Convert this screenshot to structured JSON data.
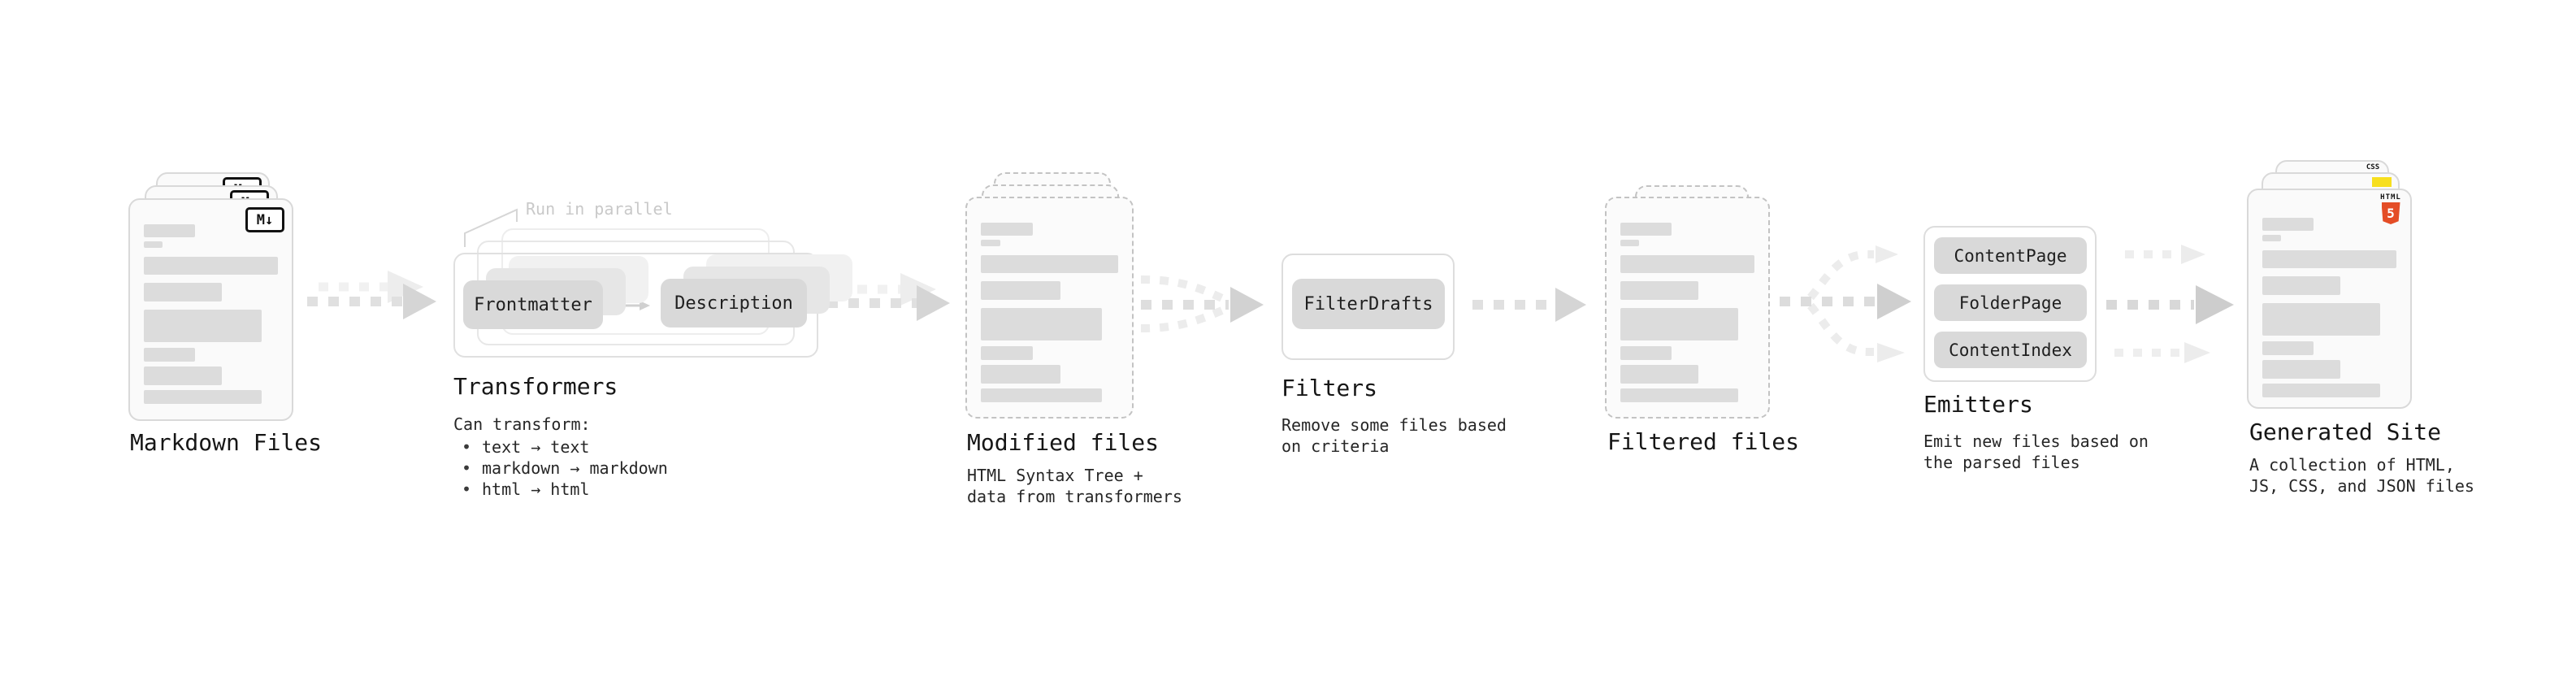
{
  "colors": {
    "html5_orange": "#e44d26",
    "js_yellow": "#f7df1e",
    "css_blue": "#2d60e5",
    "card_border": "#d9d9d9",
    "dashed_border": "#c3c3c3",
    "placeholder_bar": "#dcdcdc",
    "chip_bg": "#d9d9d9",
    "text": "#1f1f1f",
    "annotation": "#c9c9c9"
  },
  "stages": {
    "markdown": {
      "label": "Markdown Files",
      "badge_label": "M↓"
    },
    "transformers": {
      "label": "Transformers",
      "annotation": "Run in parallel",
      "chip_left": "Frontmatter",
      "chip_right": "Description",
      "description": "Can transform:",
      "bullet_char": "•",
      "bullets": [
        "text → text",
        "markdown → markdown",
        "html → html"
      ]
    },
    "modified": {
      "label": "Modified files",
      "description": "HTML Syntax Tree +\ndata from transformers"
    },
    "filters": {
      "label": "Filters",
      "chip": "FilterDrafts",
      "description": "Remove some files based\non criteria"
    },
    "filtered": {
      "label": "Filtered files"
    },
    "emitters": {
      "label": "Emitters",
      "chips": [
        "ContentPage",
        "FolderPage",
        "ContentIndex"
      ],
      "description": "Emit new files based on\nthe parsed files"
    },
    "generated": {
      "label": "Generated Site",
      "description": "A collection of HTML,\nJS, CSS, and JSON files",
      "css_badge": "CSS",
      "html_badge_top": "HTML",
      "html_badge_number": "5"
    }
  }
}
